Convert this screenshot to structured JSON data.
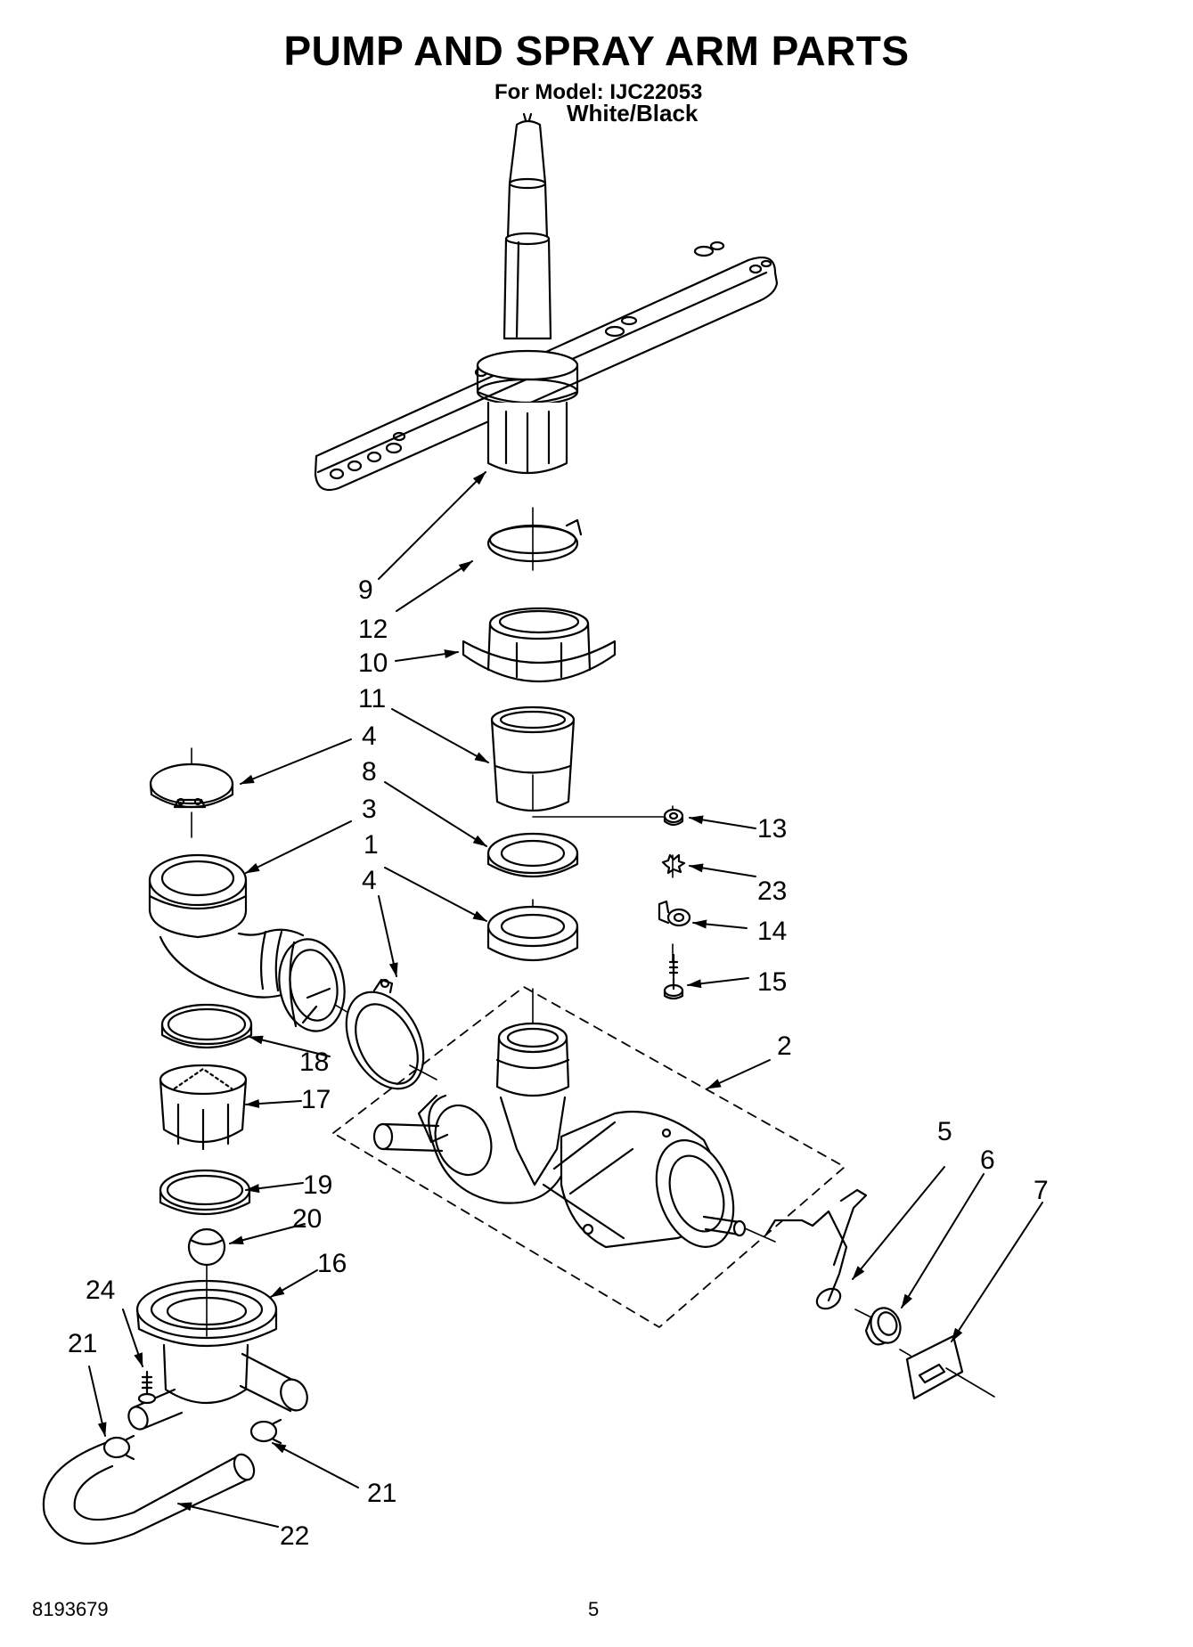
{
  "header": {
    "title": "PUMP AND SPRAY ARM PARTS",
    "model_line": "For Model: IJC22053",
    "color_line": "White/Black"
  },
  "callouts": {
    "c1": "1",
    "c2": "2",
    "c3": "3",
    "c4a": "4",
    "c4b": "4",
    "c5": "5",
    "c6": "6",
    "c7": "7",
    "c8": "8",
    "c9": "9",
    "c10": "10",
    "c11": "11",
    "c12": "12",
    "c13": "13",
    "c14": "14",
    "c15": "15",
    "c16": "16",
    "c17": "17",
    "c18": "18",
    "c19": "19",
    "c20": "20",
    "c21a": "21",
    "c21b": "21",
    "c22": "22",
    "c23": "23",
    "c24": "24"
  },
  "footer": {
    "doc_number": "8193679",
    "page_number": "5"
  }
}
